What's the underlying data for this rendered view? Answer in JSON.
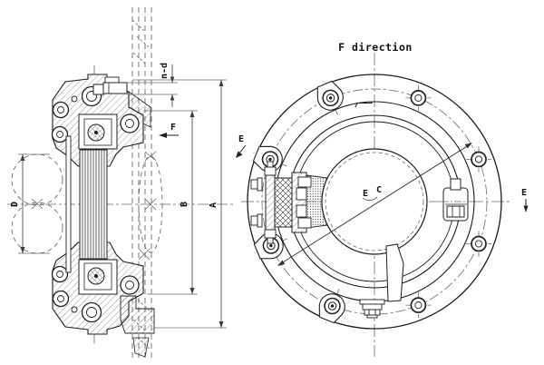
{
  "colors": {
    "background": "#ffffff",
    "line": "#1c1c1c",
    "centerline": "#636363",
    "dimension": "#3c3c3c"
  },
  "front_view": {
    "title": "F direction",
    "center_label_left": "E",
    "center_label_right": "C",
    "section_arrow_left": "E",
    "section_arrow_right": "E"
  },
  "section_view": {
    "dim_overall": "A",
    "dim_body": "B",
    "dim_lever_circle": "D",
    "dim_bolt_holes": "n-d",
    "view_direction_label": "F"
  }
}
